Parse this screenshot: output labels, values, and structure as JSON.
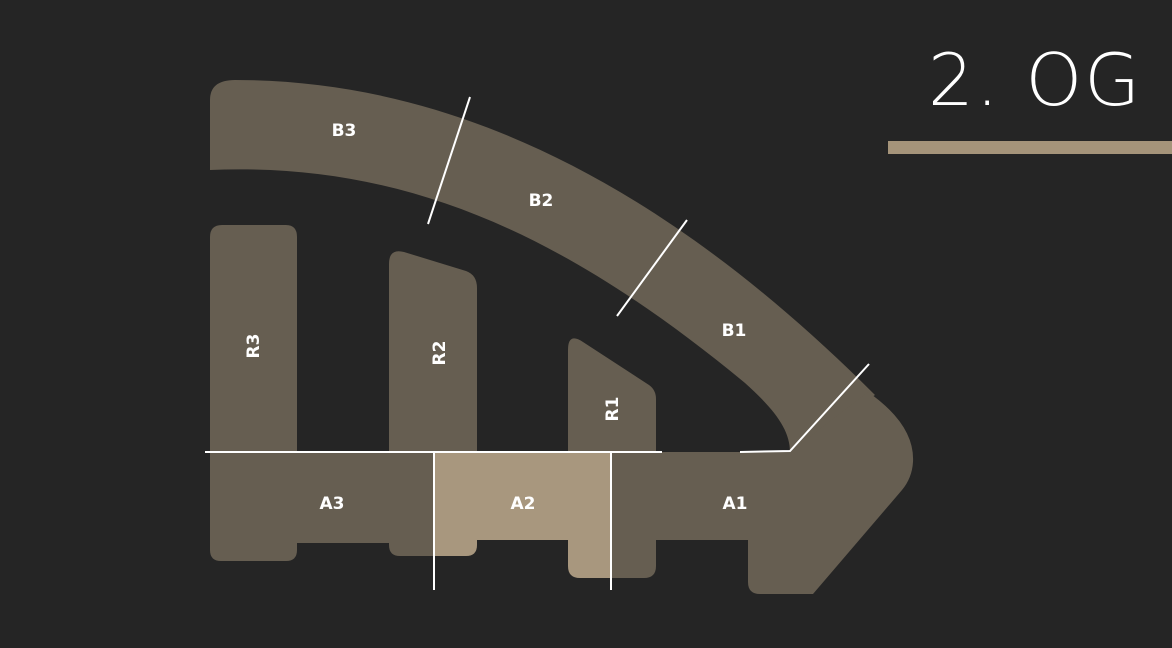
{
  "floor_title": "2. OG",
  "colors": {
    "background": "#252525",
    "unit": "#665e51",
    "selected_unit": "#a8977e",
    "accent_bar": "#a5947a"
  },
  "selected_unit": "A2",
  "units": {
    "B3": "B3",
    "B2": "B2",
    "B1": "B1",
    "R3": "R3",
    "R2": "R2",
    "R1": "R1",
    "A3": "A3",
    "A2": "A2",
    "A1": "A1"
  }
}
